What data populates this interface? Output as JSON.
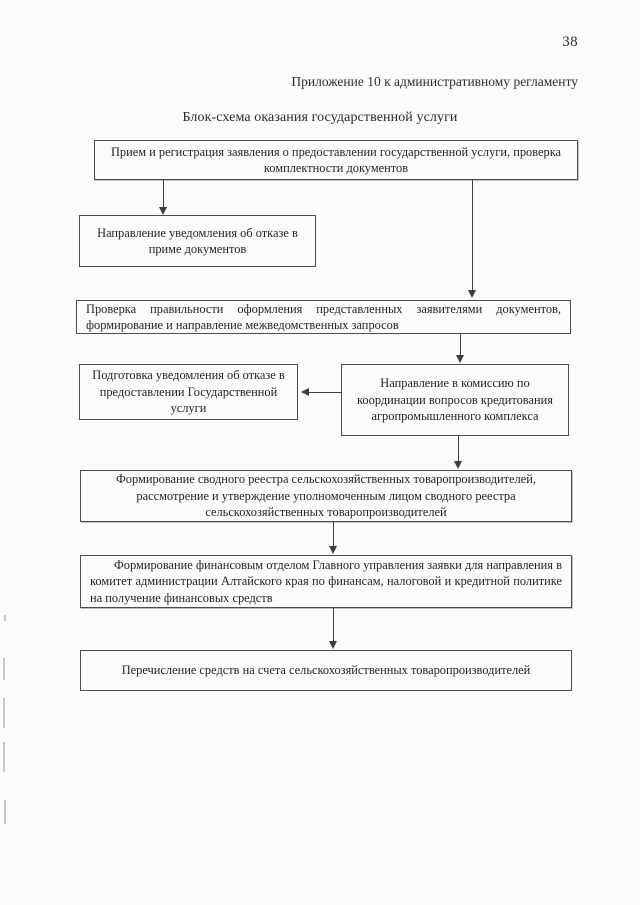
{
  "document": {
    "page_number": "38",
    "appendix_note": "Приложение 10 к административному регламенту",
    "scheme_title": "Блок-схема оказания государственной услуги"
  },
  "flowchart": {
    "type": "flowchart",
    "orientation": "top-to-bottom",
    "nodes": [
      {
        "id": "intake",
        "text": "Прием и регистрация заявления о предоставлении государственной услуги, проверка комплектности документов",
        "align": "center"
      },
      {
        "id": "refusal-registration",
        "text": "Направление уведомления об отказе в приме документов",
        "align": "center"
      },
      {
        "id": "check-documents",
        "text": "Проверка правильности оформления представленных заявителями документов, формирование и направление межведомственных запросов",
        "align": "justify"
      },
      {
        "id": "refusal-service",
        "text": "Подготовка уведомления об отказе в предоставлении Государственной услуги",
        "align": "center"
      },
      {
        "id": "commission",
        "text": "Направление в комиссию по координации вопросов кредитования агропромышленного комплекса",
        "align": "center"
      },
      {
        "id": "registry",
        "text": "Формирование сводного реестра сельскохозяйственных товаропроизводителей, рассмотрение и утверждение уполномоченным лицом сводного реестра сельскохозяйственных товаропроизводителей",
        "align": "center"
      },
      {
        "id": "funding-request",
        "text": "Формирование финансовым отделом Главного управления заявки для направления в комитет администрации Алтайского края по финансам, налоговой и кредитной политике на получение финансовых средств",
        "align": "justify"
      },
      {
        "id": "transfer",
        "text": "Перечисление средств на счета сельскохозяйственных товаропроизводителей",
        "align": "center"
      }
    ],
    "edges": [
      {
        "id": "e1",
        "from": "intake",
        "to": "refusal-registration",
        "direction": "down"
      },
      {
        "id": "e2",
        "from": "intake",
        "to": "check-documents",
        "direction": "down"
      },
      {
        "id": "e3",
        "from": "check-documents",
        "to": "commission",
        "direction": "down"
      },
      {
        "id": "e4",
        "from": "commission",
        "to": "refusal-service",
        "direction": "left"
      },
      {
        "id": "e5",
        "from": "commission",
        "to": "registry",
        "direction": "down"
      },
      {
        "id": "e6",
        "from": "registry",
        "to": "funding-request",
        "direction": "down"
      },
      {
        "id": "e7",
        "from": "funding-request",
        "to": "transfer",
        "direction": "down"
      }
    ]
  },
  "colors": {
    "page_background": "#ffffff",
    "box_border": "#4a4a4a",
    "connector": "#3b3b3b",
    "text": "#1f1f1f"
  }
}
